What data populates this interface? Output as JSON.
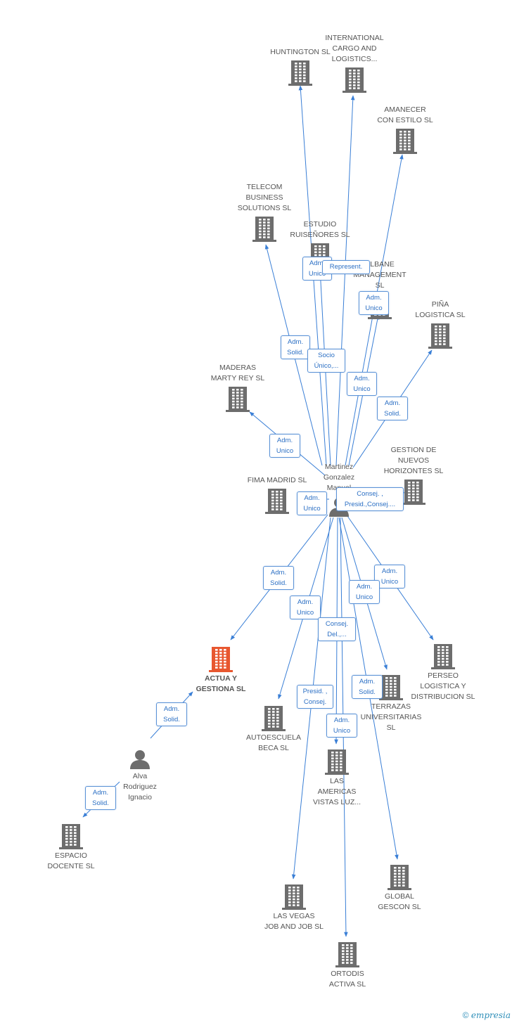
{
  "nodes": [
    {
      "id": "huntington",
      "label": "HUNTINGTON SL",
      "type": "company"
    },
    {
      "id": "intl_cargo",
      "label": "INTERNATIONAL\nCARGO AND\nLOGISTICS...",
      "type": "company"
    },
    {
      "id": "amanecer",
      "label": "AMANECER\nCON ESTILO  SL",
      "type": "company"
    },
    {
      "id": "telecom",
      "label": "TELECOM\nBUSINESS\nSOLUTIONS SL",
      "type": "company"
    },
    {
      "id": "estudio",
      "label": "ESTUDIO\nRUISEÑORES  SL",
      "type": "company"
    },
    {
      "id": "albane",
      "label": "ALBANE\nMANAGEMENT\nSL",
      "type": "company"
    },
    {
      "id": "pina",
      "label": "PIÑA\nLOGISTICA SL",
      "type": "company"
    },
    {
      "id": "maderas",
      "label": "MADERAS\nMARTY REY  SL",
      "type": "company"
    },
    {
      "id": "gestion",
      "label": "GESTION DE\nNUEVOS\nHORIZONTES SL",
      "type": "company"
    },
    {
      "id": "fima",
      "label": "FIMA MADRID SL",
      "type": "company"
    },
    {
      "id": "martinez",
      "label": "Martinez\nGonzalez\nManuel",
      "type": "person"
    },
    {
      "id": "actua",
      "label": "ACTUA Y\nGESTIONA SL",
      "type": "focus"
    },
    {
      "id": "perseo",
      "label": "PERSEO\nLOGISTICA Y\nDISTRIBUCION SL",
      "type": "company"
    },
    {
      "id": "terrazas",
      "label": "TERRAZAS\nUNIVERSITARIAS\nSL",
      "type": "company"
    },
    {
      "id": "autoescuela",
      "label": "AUTOESCUELA\nBECA  SL",
      "type": "company"
    },
    {
      "id": "alva",
      "label": "Alva\nRodriguez\nIgnacio",
      "type": "person"
    },
    {
      "id": "americas",
      "label": "LAS\nAMERICAS\nVISTAS LUZ...",
      "type": "company"
    },
    {
      "id": "espacio",
      "label": "ESPACIO\nDOCENTE SL",
      "type": "company"
    },
    {
      "id": "global",
      "label": "GLOBAL\nGESCON SL",
      "type": "company"
    },
    {
      "id": "lasvegas",
      "label": "LAS VEGAS\nJOB AND JOB SL",
      "type": "company"
    },
    {
      "id": "ortodis",
      "label": "ORTODIS\nACTIVA  SL",
      "type": "company"
    }
  ],
  "edges": [
    {
      "from": "martinez",
      "to": "huntington",
      "role": "Adm.\nUnico"
    },
    {
      "from": "martinez",
      "to": "intl_cargo",
      "role": "Represent."
    },
    {
      "from": "martinez",
      "to": "amanecer",
      "role": "Adm.\nUnico"
    },
    {
      "from": "martinez",
      "to": "telecom",
      "role": "Adm.\nSolid."
    },
    {
      "from": "martinez",
      "to": "estudio",
      "role": "Socio\nÚnico,..."
    },
    {
      "from": "martinez",
      "to": "albane",
      "role": "Adm.\nUnico"
    },
    {
      "from": "martinez",
      "to": "pina",
      "role": "Adm.\nSolid."
    },
    {
      "from": "martinez",
      "to": "maderas",
      "role": "Adm.\nUnico"
    },
    {
      "from": "martinez",
      "to": "fima",
      "role": "Adm.\nUnico"
    },
    {
      "from": "martinez",
      "to": "gestion",
      "role": "Consej. ,\nPresid.,Consej...."
    },
    {
      "from": "martinez",
      "to": "actua",
      "role": "Adm.\nSolid."
    },
    {
      "from": "martinez",
      "to": "perseo",
      "role": "Adm.\nUnico"
    },
    {
      "from": "martinez",
      "to": "terrazas",
      "role": "Adm.\nUnico"
    },
    {
      "from": "martinez",
      "to": "autoescuela",
      "role": "Adm.\nUnico"
    },
    {
      "from": "martinez",
      "to": "americas",
      "role": "Consej.\nDel.,..."
    },
    {
      "from": "martinez",
      "to": "lasvegas",
      "role": "Presid. ,\nConsej."
    },
    {
      "from": "martinez",
      "to": "global",
      "role": "Adm.\nSolid."
    },
    {
      "from": "martinez",
      "to": "ortodis",
      "role": "Adm.\nUnico"
    },
    {
      "from": "alva",
      "to": "actua",
      "role": "Adm.\nSolid."
    },
    {
      "from": "alva",
      "to": "espacio",
      "role": "Adm.\nSolid."
    }
  ],
  "colors": {
    "edge": "#3a7fd6",
    "company": "#6d6d6d",
    "focus": "#e8572f",
    "person": "#6d6d6d"
  },
  "footer": {
    "copyright": "©",
    "brand_initial": "e",
    "brand_rest": "mpresia"
  }
}
